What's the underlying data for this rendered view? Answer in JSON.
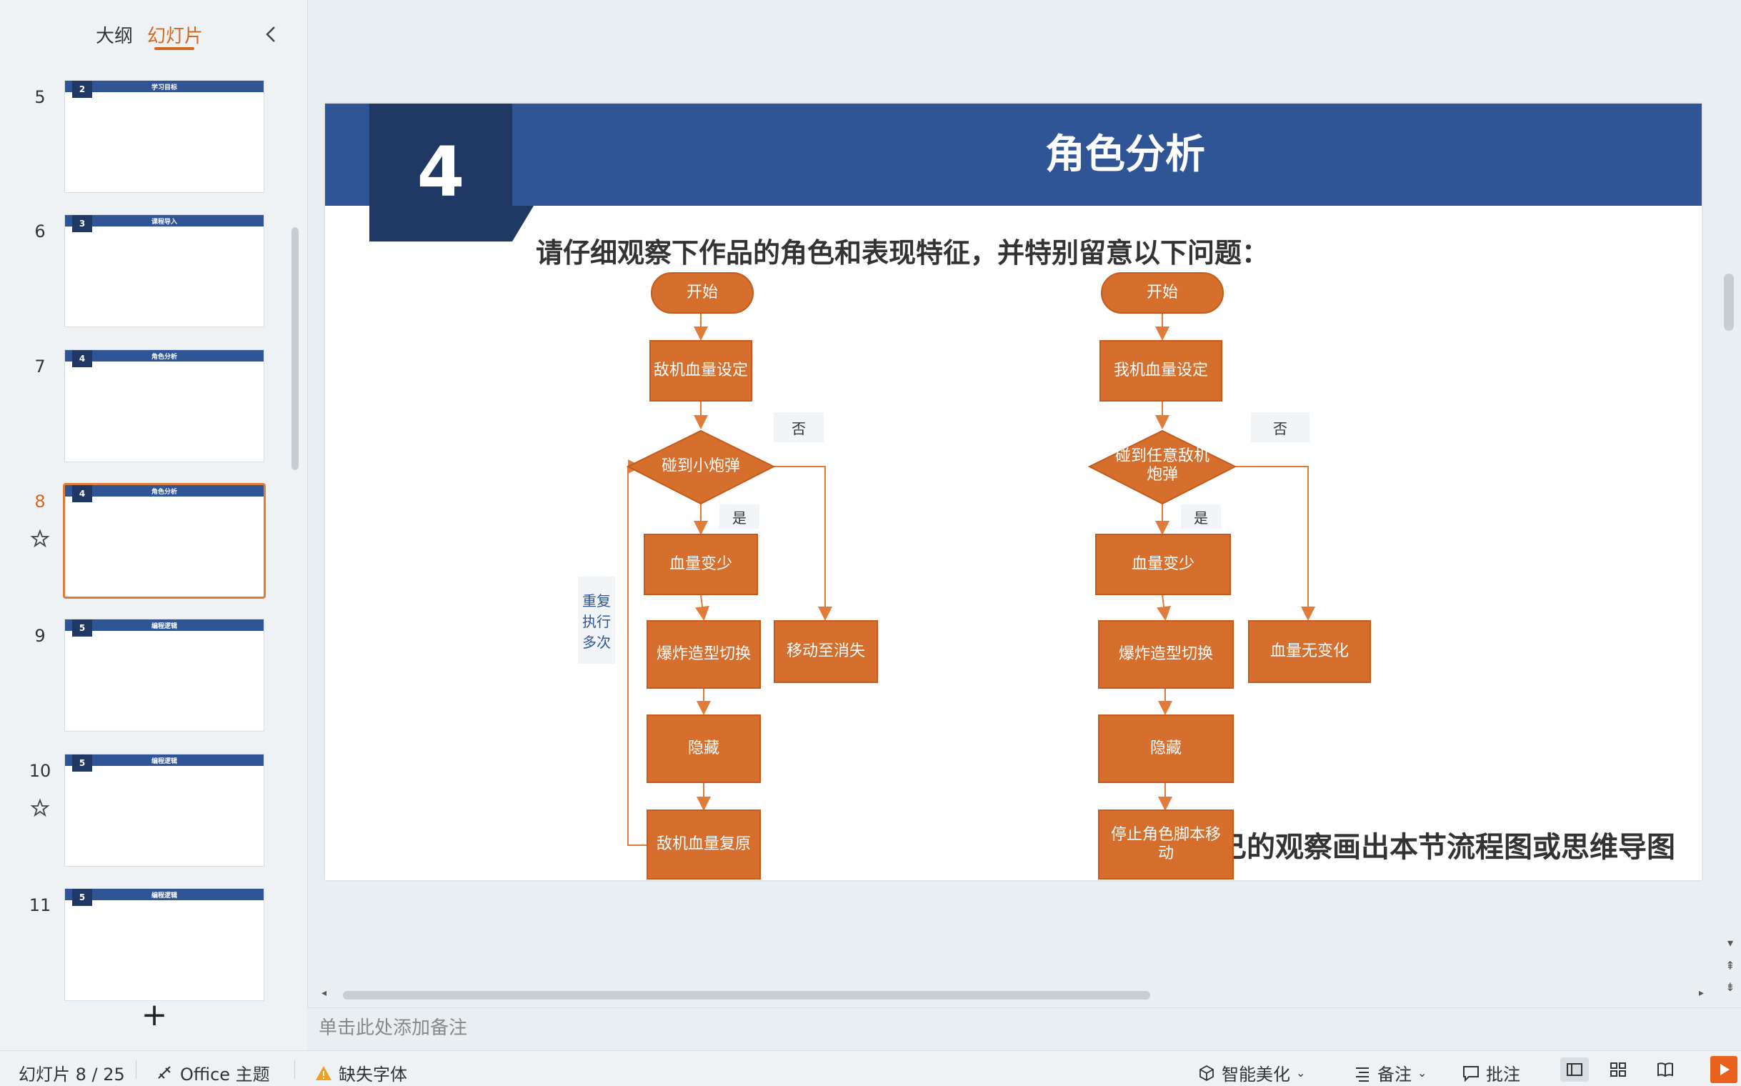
{
  "panel": {
    "tab_outline": "大纲",
    "tab_slides": "幻灯片",
    "add_label": "+",
    "thumbnails": [
      {
        "num": "5",
        "badge": "2",
        "title": "学习目标",
        "starred": false,
        "active": false
      },
      {
        "num": "6",
        "badge": "3",
        "title": "课程导入",
        "starred": false,
        "active": false
      },
      {
        "num": "7",
        "badge": "4",
        "title": "角色分析",
        "starred": false,
        "active": false
      },
      {
        "num": "8",
        "badge": "4",
        "title": "角色分析",
        "starred": true,
        "active": true
      },
      {
        "num": "9",
        "badge": "5",
        "title": "编程逻辑",
        "starred": false,
        "active": false
      },
      {
        "num": "10",
        "badge": "5",
        "title": "编程逻辑",
        "starred": true,
        "active": false
      },
      {
        "num": "11",
        "badge": "5",
        "title": "编程逻辑",
        "starred": false,
        "active": false
      }
    ]
  },
  "slide": {
    "number": "4",
    "title": "角色分析",
    "subtitle": "请仔细观察下作品的角色和表现特征，并特别留意以下问题：",
    "bottom_text": "己的观察画出本节流程图或思维导图",
    "flow_left": {
      "start": "开始",
      "set_hp": "敌机血量设定",
      "decision": "碰到小炮弹",
      "no_label": "否",
      "yes_label": "是",
      "hp_down": "血量变少",
      "explode": "爆炸造型切换",
      "hide": "隐藏",
      "restore": "敌机血量复原",
      "move": "移动至消失",
      "repeat_label": "重复\n执行\n多次"
    },
    "flow_right": {
      "start": "开始",
      "set_hp": "我机血量设定",
      "decision": "碰到任意敌机\n炮弹",
      "no_label": "否",
      "yes_label": "是",
      "hp_down": "血量变少",
      "explode": "爆炸造型切换",
      "hide": "隐藏",
      "stop": "停止角色脚本移\n动",
      "no_change": "血量无变化"
    }
  },
  "notes": {
    "placeholder": "单击此处添加备注"
  },
  "status": {
    "slide_counter": "幻灯片 8 / 25",
    "theme": "Office 主题",
    "missing_font": "缺失字体",
    "smart_beautify": "智能美化",
    "notes": "备注",
    "comments": "批注"
  },
  "colors": {
    "accent": "#d2691e",
    "slide_band": "#2f5597",
    "slide_num_box": "#1f3864",
    "flow_fill": "#d66f2d"
  }
}
